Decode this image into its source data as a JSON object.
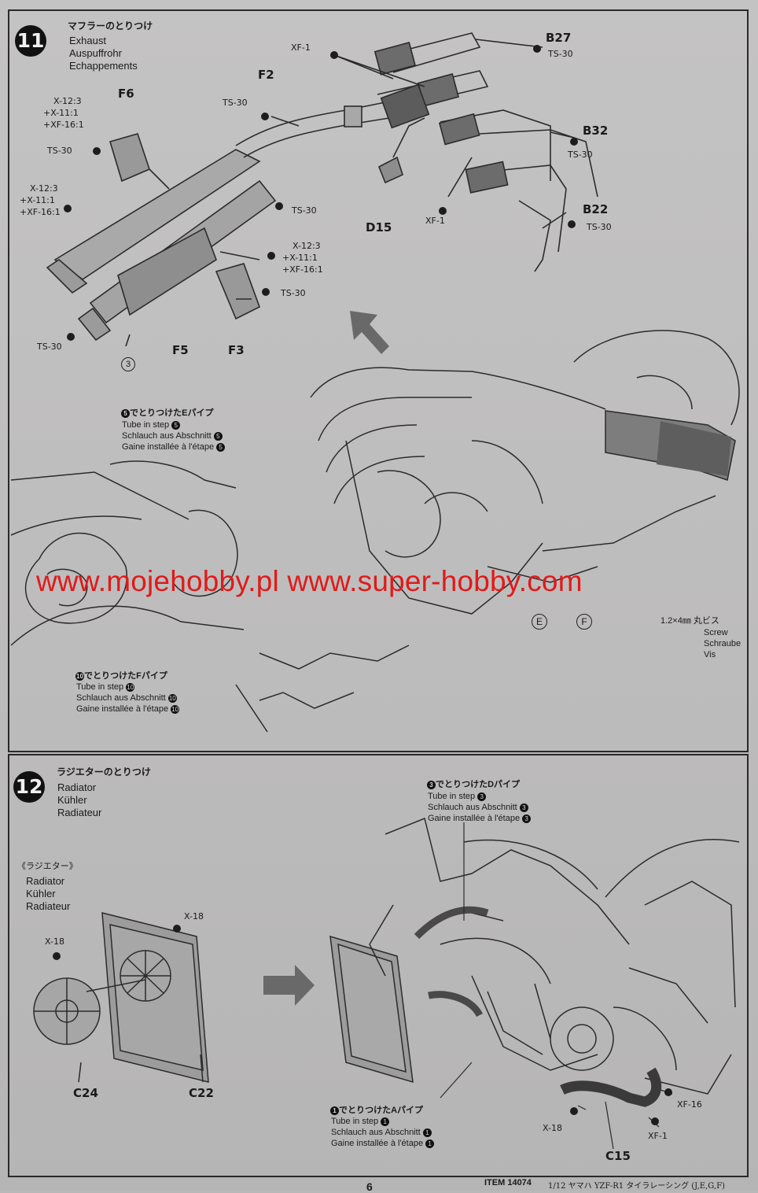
{
  "step11": {
    "number": "11",
    "title_jp": "マフラーのとりつけ",
    "title_en": "Exhaust",
    "title_de": "Auspuffrohr",
    "title_fr": "Echappements",
    "labels": {
      "xf1_top": "XF-1",
      "b27": "B27",
      "ts30_b27": "TS-30",
      "f2": "F2",
      "ts30_f2": "TS-30",
      "f6": "F6",
      "sc1_a": "X-12:3",
      "sc1_b": "+X-11:1",
      "sc1_c": "+XF-16:1",
      "ts30_f6": "TS-30",
      "sc2_a": "X-12:3",
      "sc2_b": "+X-11:1",
      "sc2_c": "+XF-16:1",
      "b32": "B32",
      "ts30_b32": "TS-30",
      "ts30_mid": "TS-30",
      "d15": "D15",
      "xf1_bottom": "XF-1",
      "b22": "B22",
      "ts30_b22": "TS-30",
      "sc3_a": "X-12:3",
      "sc3_b": "+X-11:1",
      "sc3_c": "+XF-16:1",
      "ts30_f3": "TS-30",
      "ts30_left": "TS-30",
      "f5": "F5",
      "f3": "F3",
      "circle3": "3",
      "e": "E",
      "f": "F"
    },
    "note_e": {
      "ref": "5",
      "jp": "でとりつけたEパイプ",
      "en": "Tube in step",
      "de": "Schlauch aus Abschnitt",
      "fr": "Gaine installée à l'étape"
    },
    "note_f": {
      "ref": "10",
      "jp": "でとりつけたFパイプ",
      "en": "Tube in step",
      "de": "Schlauch aus Abschnitt",
      "fr": "Gaine installée à l'étape"
    },
    "screw": {
      "size_jp": "1.2×4㎜ 丸ビス",
      "en": "Screw",
      "de": "Schraube",
      "fr": "Vis"
    }
  },
  "watermark": "www.mojehobby.pl www.super-hobby.com",
  "step12": {
    "number": "12",
    "title_jp": "ラジエターのとりつけ",
    "title_en": "Radiator",
    "title_de": "Kühler",
    "title_fr": "Radiateur",
    "sub_jp": "《ラジエター》",
    "sub_en": "Radiator",
    "sub_de": "Kühler",
    "sub_fr": "Radiateur",
    "labels": {
      "x18_left": "X-18",
      "x18_top": "X-18",
      "c24": "C24",
      "c22": "C22",
      "xf16": "XF-16",
      "x18_right": "X-18",
      "xf1": "XF-1",
      "c15": "C15"
    },
    "note_d": {
      "ref": "3",
      "jp": "でとりつけたDパイプ",
      "en": "Tube in step",
      "de": "Schlauch aus Abschnitt",
      "fr": "Gaine installée à l'étape"
    },
    "note_a": {
      "ref": "1",
      "jp": "でとりつけたAパイプ",
      "en": "Tube in step",
      "de": "Schlauch aus Abschnitt",
      "fr": "Gaine installée à l'étape"
    }
  },
  "footer": {
    "page": "6",
    "item": "ITEM 14074",
    "product": "1/12 ヤマハ YZF-R1 タイラレーシング (J,E,G,F)"
  },
  "colors": {
    "watermark": "#e11a1a",
    "ink": "#1a1a1a",
    "paper": "#c0bfbf"
  }
}
